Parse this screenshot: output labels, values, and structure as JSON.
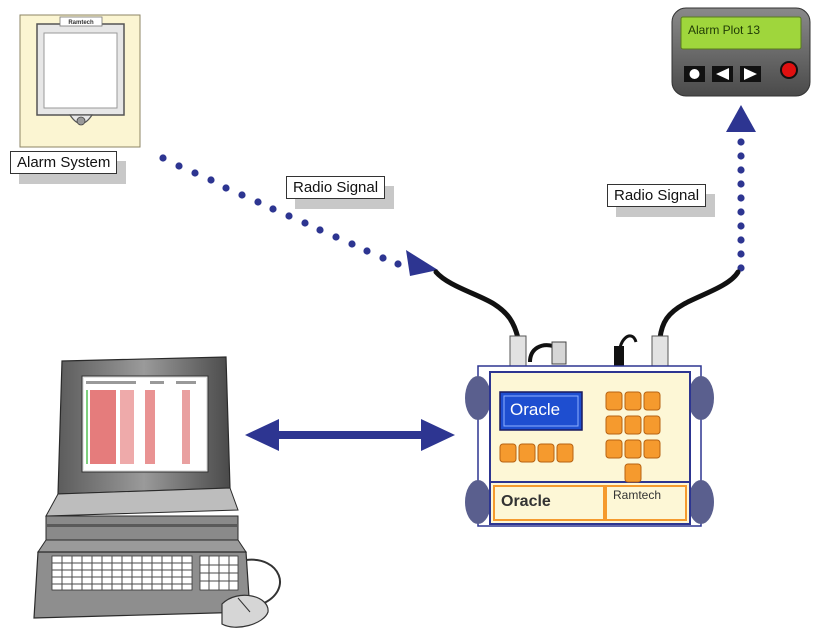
{
  "alarm_system": {
    "label": "Alarm System",
    "brand": "Ramtech"
  },
  "radio_signal_in": {
    "label": "Radio Signal"
  },
  "radio_signal_out": {
    "label": "Radio Signal"
  },
  "pager": {
    "display_text": "Alarm Plot 13"
  },
  "oracle_unit": {
    "screen_text": "Oracle",
    "panel_label": "Oracle",
    "brand_label": "Ramtech"
  },
  "colors": {
    "arrow": "#2d3591",
    "device_cream": "#fdf7d6",
    "device_border": "#2d3591",
    "button_orange": "#f59a2e",
    "lcd_green": "#9fd63c"
  }
}
